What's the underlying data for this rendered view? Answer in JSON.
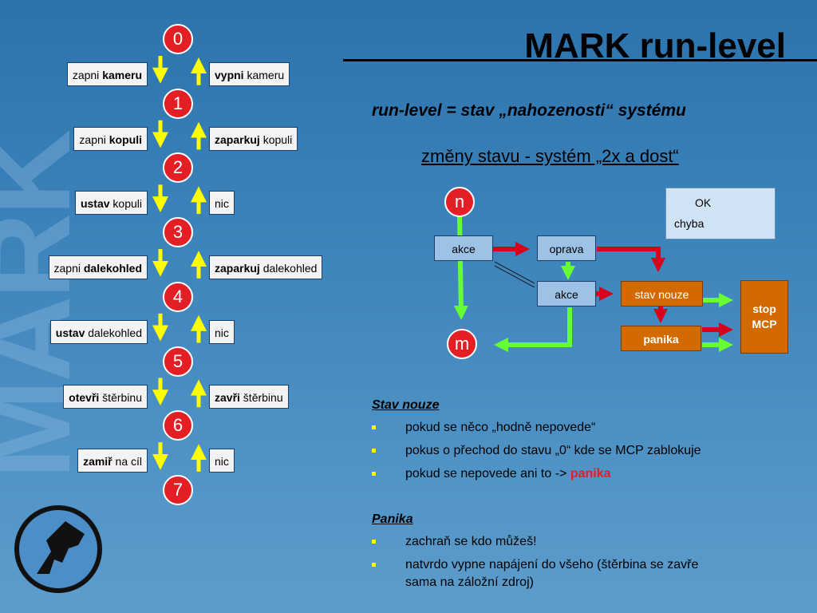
{
  "watermark": "MARK",
  "title": "MARK  run-level",
  "levels": [
    "0",
    "1",
    "2",
    "3",
    "4",
    "5",
    "6",
    "7"
  ],
  "up_actions": [
    {
      "pre": "zapni ",
      "bold": "kameru",
      "post": ""
    },
    {
      "pre": "zapni ",
      "bold": "kopuli",
      "post": ""
    },
    {
      "pre": "",
      "bold": "ustav",
      "post": " kopuli"
    },
    {
      "pre": "zapni ",
      "bold": "dalekohled",
      "post": ""
    },
    {
      "pre": "",
      "bold": "ustav",
      "post": " dalekohled"
    },
    {
      "pre": "",
      "bold": "otevři",
      "post": " štěrbinu"
    },
    {
      "pre": "",
      "bold": "zamiř",
      "post": " na cíl"
    }
  ],
  "down_actions": [
    {
      "pre": "",
      "bold": "vypni",
      "post": " kameru"
    },
    {
      "pre": "",
      "bold": "zaparkuj",
      "post": " kopuli"
    },
    {
      "pre": "nic",
      "bold": "",
      "post": ""
    },
    {
      "pre": "",
      "bold": "zaparkuj",
      "post": " dalekohled"
    },
    {
      "pre": "nic",
      "bold": "",
      "post": ""
    },
    {
      "pre": "",
      "bold": "zavři",
      "post": " štěrbinu"
    },
    {
      "pre": "nic",
      "bold": "",
      "post": ""
    }
  ],
  "subtitle": {
    "a": "run-level = stav „nahozenosti",
    "b": "“ systému"
  },
  "changes": "změny stavu - systém „2x a dost“",
  "flow": {
    "n": "n",
    "m": "m",
    "akce1": "akce",
    "oprava": "oprava",
    "akce2": "akce",
    "stav_nouze": "stav nouze",
    "panika": "panika",
    "stop_line1": "stop",
    "stop_line2": "MCP"
  },
  "legend": {
    "ok": "OK",
    "error": "chyba"
  },
  "colors": {
    "ok": "#66ff33",
    "error": "#d9001b",
    "arrow": "#ffff00",
    "level": "#e31e24",
    "orange": "#d26a00"
  },
  "sections": [
    {
      "title": "Stav nouze",
      "items": [
        {
          "text": "pokud se něco „hodně nepovede“",
          "emph": ""
        },
        {
          "text": "pokus o přechod do stavu „0“ kde se MCP zablokuje",
          "emph": ""
        },
        {
          "text": "pokud se nepovede ani to -> ",
          "emph": "panika"
        }
      ]
    },
    {
      "title": "Panika",
      "items": [
        {
          "text": "zachraň se kdo můžeš!",
          "emph": ""
        },
        {
          "text": "natvrdo vypne napájení do všeho (štěrbina se zavře",
          "text2": "sama na záložní zdroj)",
          "emph": ""
        }
      ]
    }
  ]
}
